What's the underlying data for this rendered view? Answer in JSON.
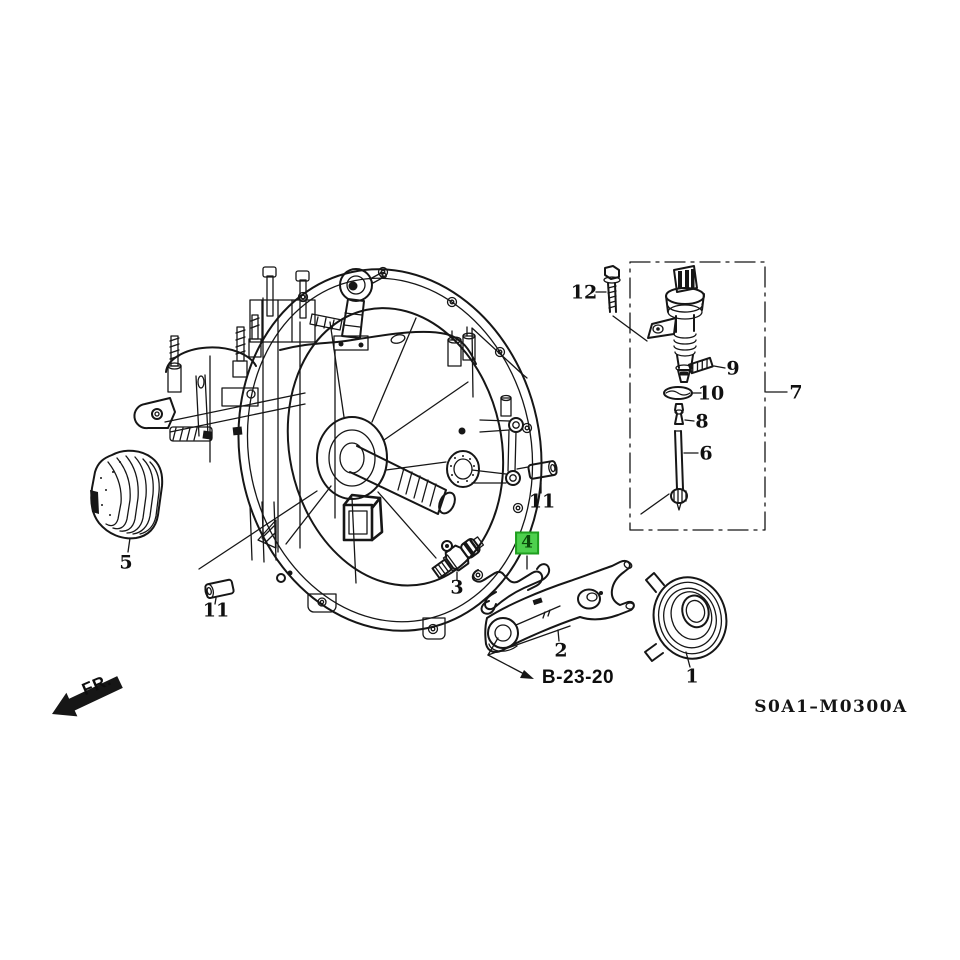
{
  "diagram": {
    "code": "S0A1–M0300A",
    "front_indicator": "FR.",
    "reference": "B-23-20",
    "highlight_color": "#4ed04e",
    "part_labels": [
      {
        "text": "1"
      },
      {
        "text": "2"
      },
      {
        "text": "3"
      },
      {
        "text": "4",
        "highlighted": true
      },
      {
        "text": "5"
      },
      {
        "text": "6"
      },
      {
        "text": "7"
      },
      {
        "text": "8"
      },
      {
        "text": "9"
      },
      {
        "text": "10"
      },
      {
        "text": "11"
      },
      {
        "text": "11"
      },
      {
        "text": "12"
      }
    ]
  }
}
